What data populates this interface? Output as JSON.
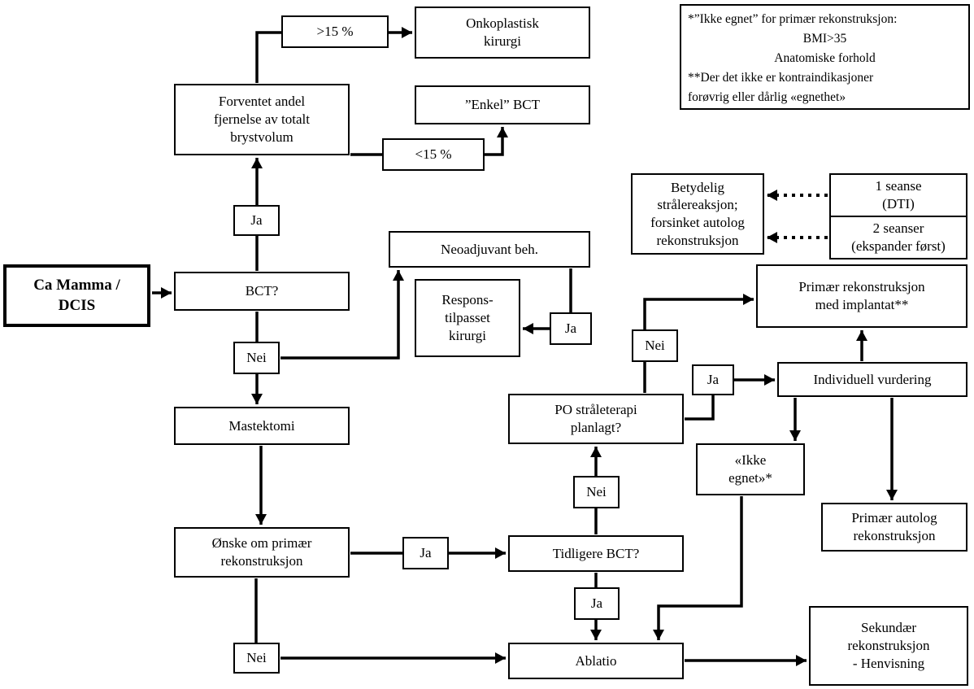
{
  "nodes": {
    "ca_mamma": "Ca Mamma /\nDCIS",
    "bct_question": "BCT?",
    "ja_bct": "Ja",
    "nei_bct": "Nei",
    "forventet": "Forventet andel\nfjernelse av totalt\nbrystvolum",
    "gt15": ">15 %",
    "lt15": "<15 %",
    "onkoplastisk": "Onkoplastisk\nkirurgi",
    "enkel_bct": "”Enkel” BCT",
    "neoadjuvant": "Neoadjuvant beh.",
    "ja_neoadjuvant": "Ja",
    "respons": "Respons-\ntilpasset\nkirurgi",
    "mastektomi": "Mastektomi",
    "onske": "Ønske om primær\nrekonstruksjon",
    "ja_onske": "Ja",
    "nei_onske": "Nei",
    "tidligere_bct": "Tidligere BCT?",
    "nei_tidligere": "Nei",
    "ja_tidligere": "Ja",
    "po_straaleterapi": "PO stråleterapi\nplanlagt?",
    "nei_po": "Nei",
    "ja_po": "Ja",
    "primaer_implantat": "Primær rekonstruksjon\nmed implantat**",
    "individuell": "Individuell vurdering",
    "ikke_egnet": "«Ikke\negnet»*",
    "primaer_autolog": "Primær autolog\nrekonstruksjon",
    "ablatio": "Ablatio",
    "sekundaer": "Sekundær\nrekonstruksjon\n- Henvisning",
    "betydelig": "Betydelig\nstrålereaksjon;\nforsinket autolog\nrekonstruksjon",
    "en_seanse": "1 seanse\n(DTI)",
    "to_seanser": "2 seanser\n(ekspander først)"
  },
  "note": {
    "lines": [
      "*”Ikke egnet” for primær rekonstruksjon:",
      "BMI>35",
      "Anatomiske forhold",
      "**Der det ikke er kontraindikasjoner",
      "forøvrig eller dårlig «egnethet»"
    ]
  },
  "colors": {
    "line": "#000000",
    "border": "#000000",
    "background": "#ffffff"
  }
}
